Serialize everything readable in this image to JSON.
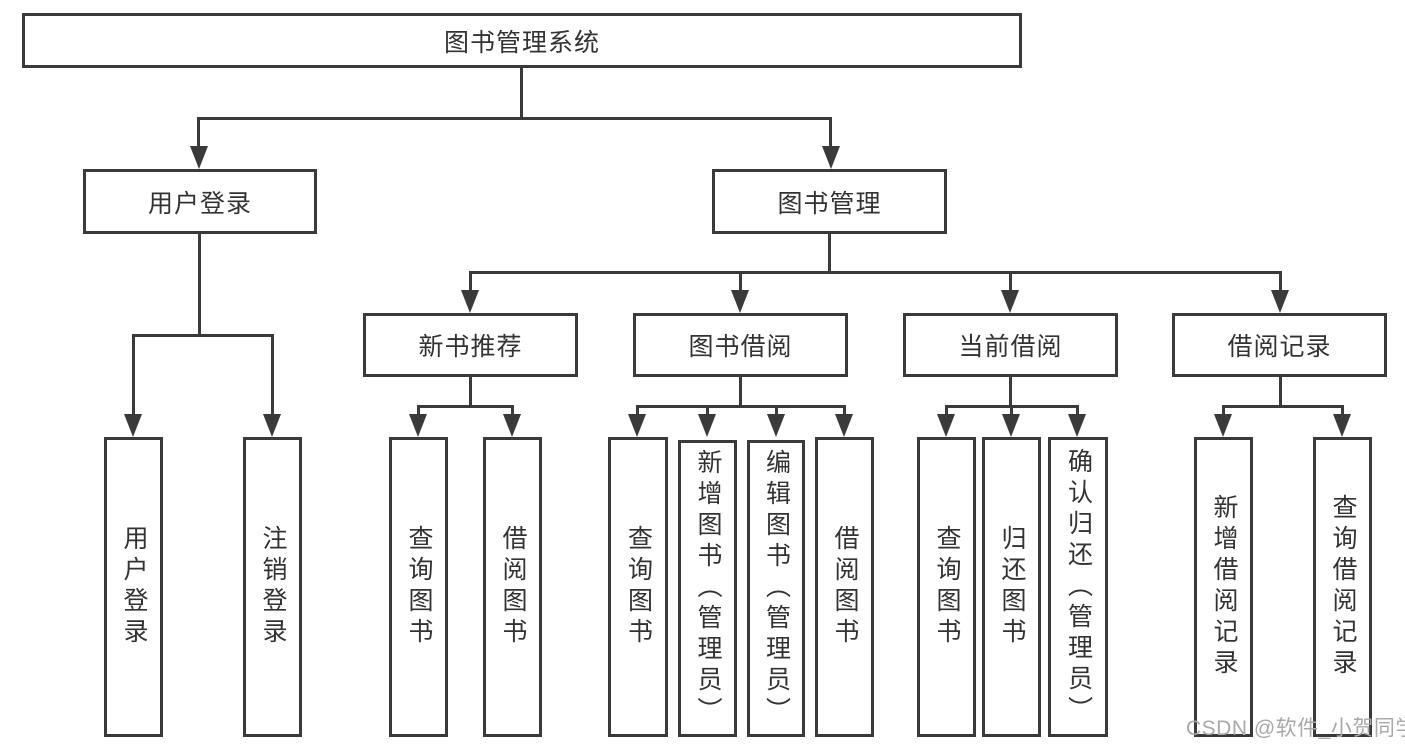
{
  "nodes": {
    "root": "图书管理系统",
    "user_login_group": "用户登录",
    "book_management": "图书管理",
    "new_book_recommend": "新书推荐",
    "book_borrow": "图书借阅",
    "current_borrow": "当前借阅",
    "borrow_records": "借阅记录",
    "leaf_user_login": "用户登录",
    "leaf_logout": "注销登录",
    "nbr_query_books": "查询图书",
    "nbr_borrow_books": "借阅图书",
    "bb_query_books": "查询图书",
    "bb_add_book_admin": "新增图书（管理员）",
    "bb_edit_book_admin": "编辑图书（管理员）",
    "bb_borrow_books": "借阅图书",
    "cb_query_books": "查询图书",
    "cb_return_books": "归还图书",
    "cb_confirm_return_admin": "确认归还（管理员）",
    "br_add_record": "新增借阅记录",
    "br_query_record": "查询借阅记录"
  },
  "watermark": "CSDN @软件_小贺同学",
  "colors": {
    "line": "#3a3a3a",
    "text": "#333333",
    "wm": "#a9a9a9",
    "bg": "#ffffff"
  }
}
